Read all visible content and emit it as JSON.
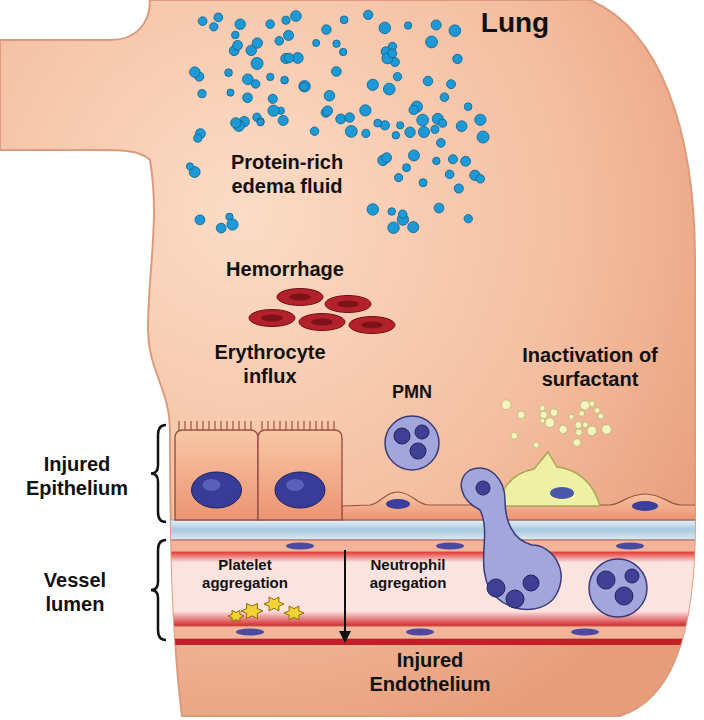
{
  "diagram": {
    "title": "Lung",
    "labels": [
      "Protein-rich edema fluid",
      "Hemorrhage",
      "Erythrocyte influx",
      "PMN",
      "Inactivation of surfactant",
      "Injured Epithelium",
      "Vessel lumen",
      "Platelet aggregation",
      "Neutrophil agregation",
      "Injured Endothelium"
    ]
  }
}
